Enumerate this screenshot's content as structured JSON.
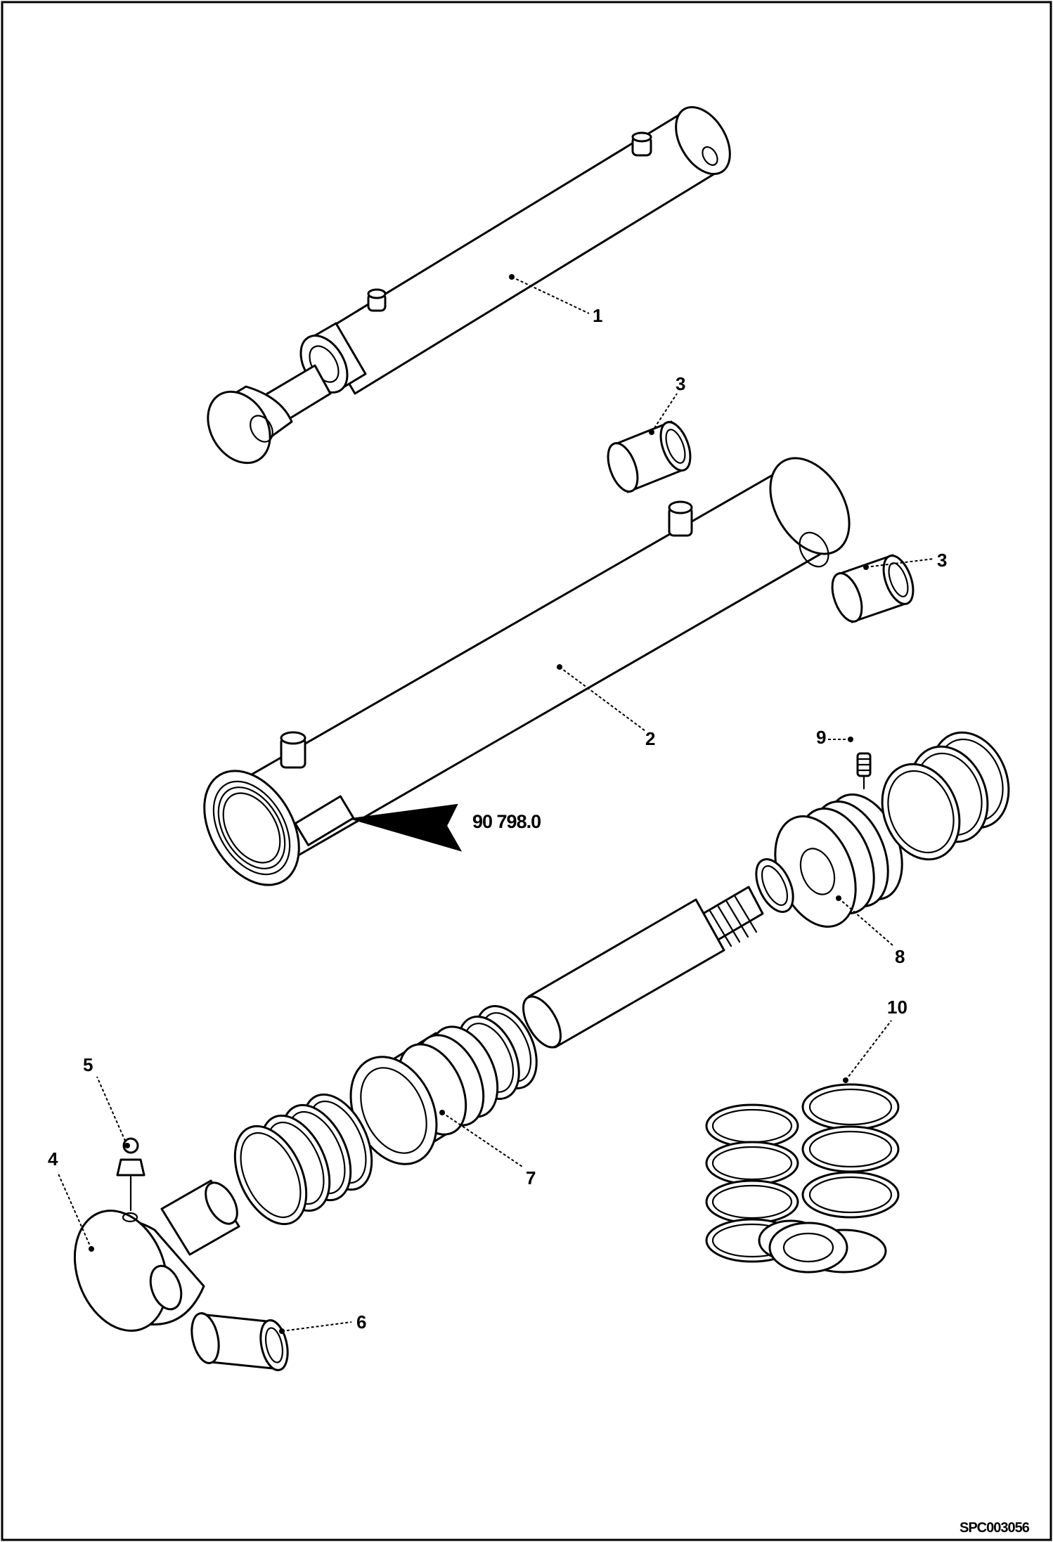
{
  "diagram": {
    "drawing_code": "SPC003056",
    "marking_callout": "90 798.0",
    "callouts": [
      {
        "id": "c1",
        "number": "1"
      },
      {
        "id": "c2",
        "number": "2"
      },
      {
        "id": "c3a",
        "number": "3"
      },
      {
        "id": "c3b",
        "number": "3"
      },
      {
        "id": "c4",
        "number": "4"
      },
      {
        "id": "c5",
        "number": "5"
      },
      {
        "id": "c6",
        "number": "6"
      },
      {
        "id": "c7",
        "number": "7"
      },
      {
        "id": "c8",
        "number": "8"
      },
      {
        "id": "c9",
        "number": "9"
      },
      {
        "id": "c10",
        "number": "10"
      }
    ]
  }
}
